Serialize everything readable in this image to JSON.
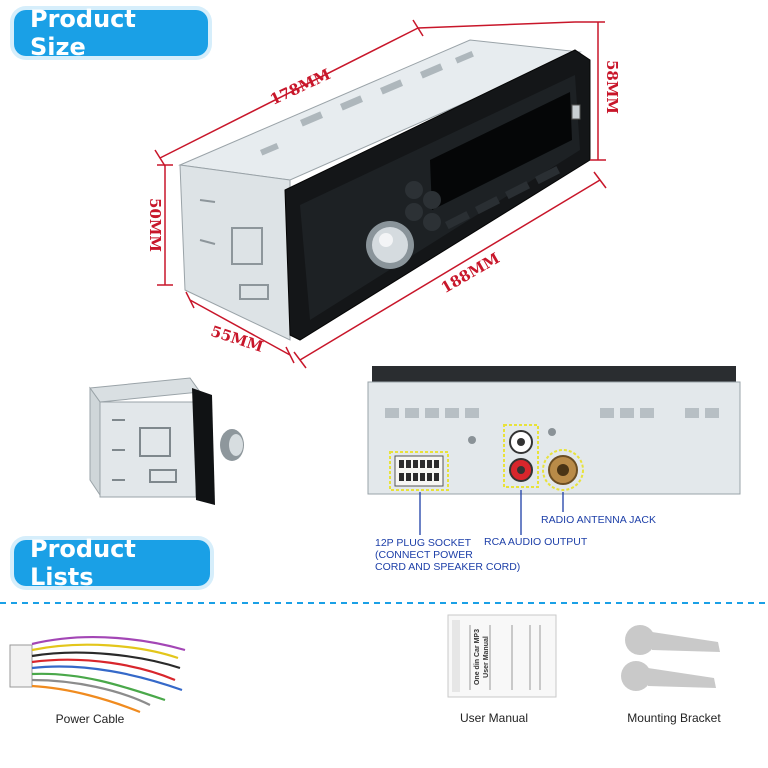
{
  "sections": {
    "size_title": "Product Size",
    "lists_title": "Product Lists"
  },
  "dimensions": {
    "length_top": "178MM",
    "height_front": "58MM",
    "height_side": "50MM",
    "depth": "55MM",
    "length_front": "188MM"
  },
  "callouts": {
    "plug_socket": [
      "12P PLUG SOCKET",
      "(CONNECT POWER",
      "CORD AND SPEAKER CORD)"
    ],
    "rca_output": "RCA AUDIO OUTPUT",
    "antenna_jack": "RADIO ANTENNA JACK"
  },
  "manual": {
    "line1": "One din Car MP3",
    "line2": "User Manual"
  },
  "product_list": [
    {
      "label": "Power Cable"
    },
    {
      "label": "User Manual"
    },
    {
      "label": "Mounting Bracket"
    }
  ],
  "colors": {
    "accent": "#1aa0e6",
    "dimension_red": "#c8162a",
    "callout_blue": "#1d3fa8",
    "highlight_yellow": "#e8e23a"
  }
}
